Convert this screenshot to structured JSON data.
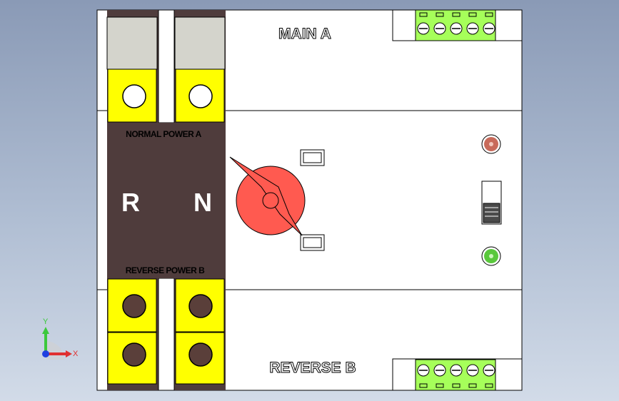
{
  "panel": {
    "main_label": "MAIN A",
    "reverse_label": "REVERSE B",
    "normal_power_label": "NORMAL POWER A",
    "reverse_power_label": "REVERSE POWER B",
    "letter_left": "R",
    "letter_right": "N"
  },
  "axes": {
    "y_label": "Y",
    "x_label": "X"
  },
  "colors": {
    "background_top": "#8a9ab6",
    "background_bottom": "#d2dbe8",
    "panel_body": "#ffffff",
    "terminal_yellow": "#ffff00",
    "terminal_dark": "#5a3f3a",
    "brown_panel": "#4f3c3c",
    "handle_red": "#ff5a50",
    "connector_green": "#a6ff5a",
    "indicator_red": "#c86a5a",
    "indicator_green": "#5ac83c",
    "axis_y": "#3cc83c",
    "axis_x": "#e03030",
    "axis_z": "#2040e0"
  },
  "icons": {
    "rotary_handle": "rotary-switch-handle-icon",
    "indicator_top": "red-indicator-lamp-icon",
    "indicator_bottom": "green-indicator-lamp-icon",
    "slide_switch": "slide-switch-icon",
    "axis_triad": "xyz-axis-triad-icon"
  }
}
